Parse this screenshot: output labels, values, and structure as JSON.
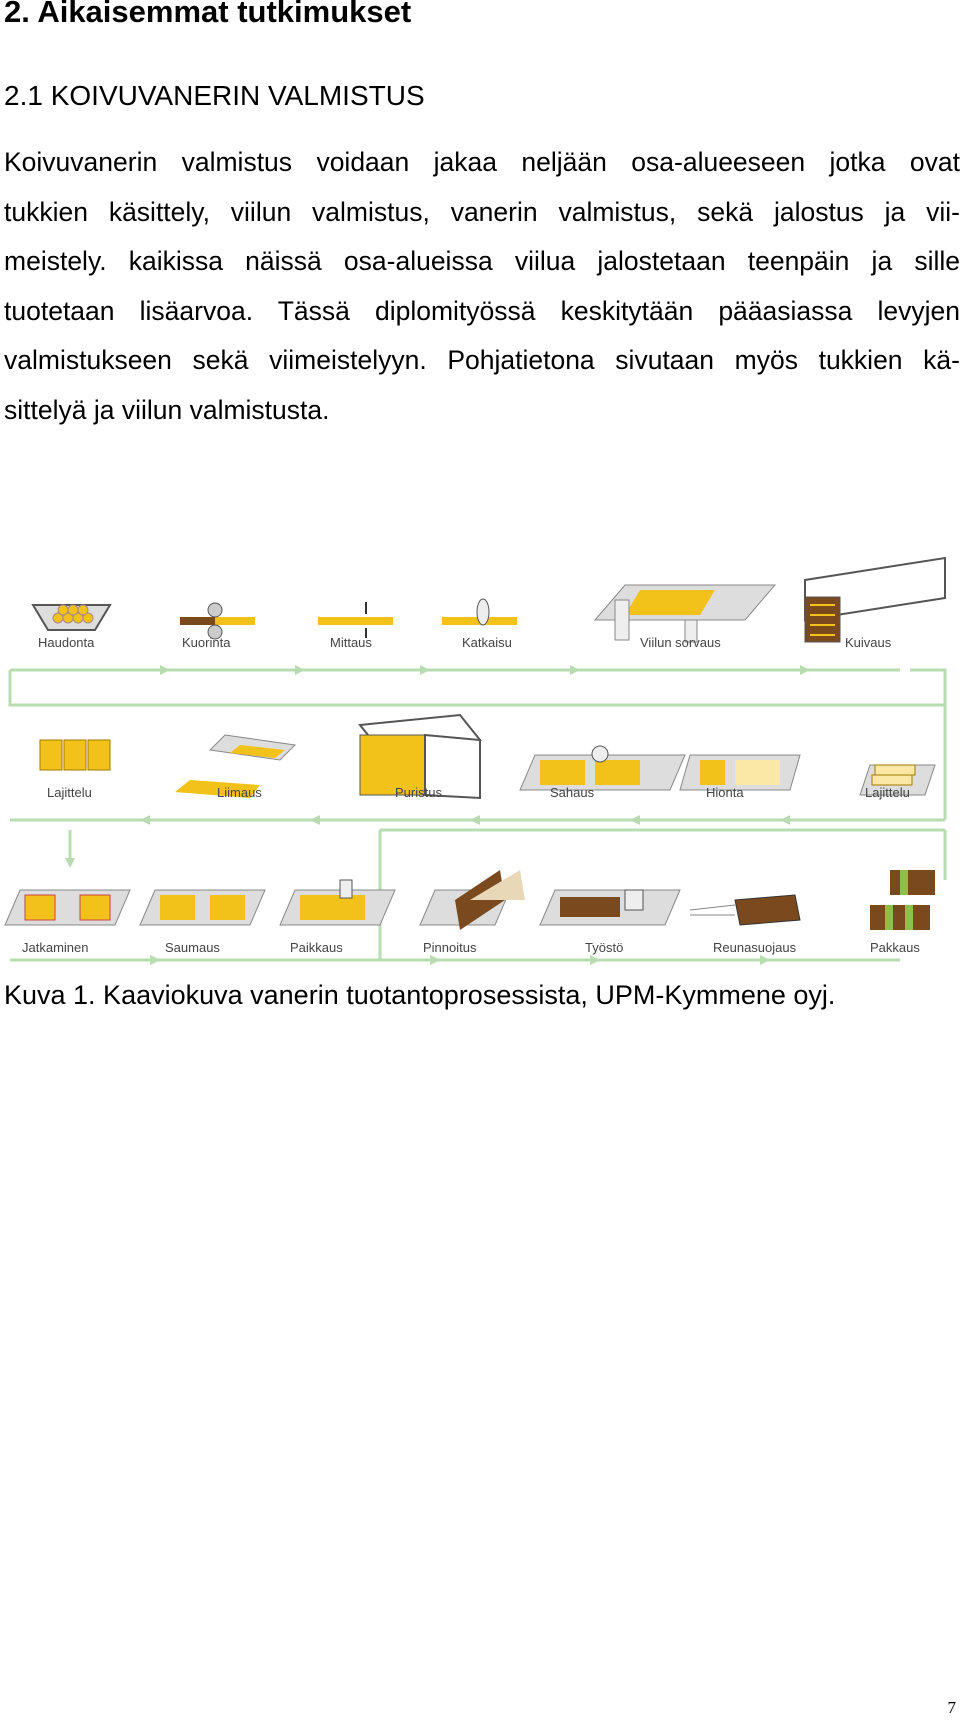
{
  "section": {
    "heading": "2.  Aikaisemmat tutkimukset"
  },
  "subsection": {
    "heading": "2.1 KOIVUVANERIN VALMISTUS"
  },
  "paragraph": {
    "lines": [
      "Koivuvanerin valmistus voidaan jakaa neljään osa-alueeseen jotka ovat",
      "tukkien käsittely, viilun valmistus, vanerin valmistus, sekä jalostus ja vii-",
      "meistely. kaikissa näissä osa-alueissa viilua jalostetaan teenpäin ja sille",
      "tuotetaan lisäarvoa. Tässä diplomityössä keskitytään pääasiassa levyjen",
      "valmistukseen sekä viimeistelyyn. Pohjatietona sivutaan myös tukkien kä-",
      "sittelyä ja viilun valmistusta."
    ]
  },
  "figure": {
    "colors": {
      "veneer": "#f2c21a",
      "flow": "#b7dcb0",
      "machine": "#c8c8c8",
      "brown": "#7a4a1e",
      "green": "#8fbf4a"
    },
    "row1_labels": [
      "Haudonta",
      "Kuorinta",
      "Mittaus",
      "Katkaisu",
      "Viilun sorvaus",
      "Kuivaus"
    ],
    "row2_labels": [
      "Lajittelu",
      "Liimaus",
      "Puristus",
      "Sahaus",
      "Hionta",
      "Lajittelu"
    ],
    "row3_labels": [
      "Jatkaminen",
      "Saumaus",
      "Paikkaus",
      "Pinnoitus",
      "Työstö",
      "Reunasuojaus",
      "Pakkaus"
    ]
  },
  "caption": "Kuva 1. Kaaviokuva vanerin tuotantoprosessista, UPM-Kymmene oyj.",
  "page_number": "7"
}
